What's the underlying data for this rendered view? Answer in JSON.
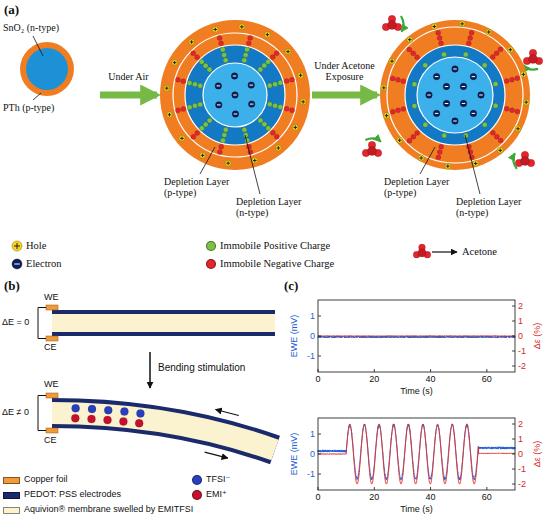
{
  "diagram": {
    "nodes": [
      {
        "text": [
          "SnO₂ (n-type)",
          "PTh (p-type)"
        ]
      },
      {
        "text": [
          "Depletion Layer (p-type)",
          "Depletion Layer (n-type)"
        ]
      },
      {
        "text": [
          "Depletion Layer (p-type)",
          "Depletion Layer (n-type)"
        ]
      }
    ],
    "edges": [
      {
        "from": 0,
        "to": 1,
        "arrow": "to",
        "label": "Under Air"
      },
      {
        "from": 1,
        "to": 2,
        "arrow": "to",
        "label": "Under Acetone Exposure"
      }
    ],
    "labels": [
      "(a)",
      "(b)",
      "(c)",
      "WE",
      "CE",
      "ΔE = 0",
      "Bending stimulation",
      "WE",
      "CE",
      "ΔE ≠ 0",
      "EWE (mV)",
      "Δε (%)",
      "1",
      "0",
      "-1",
      "2",
      "1",
      "0",
      "-1",
      "-2",
      "0",
      "20",
      "40",
      "60",
      "Time (s)",
      "EWE (mV)",
      "Δε (%)",
      "1",
      "0",
      "-1",
      "2",
      "1",
      "0",
      "-1",
      "-2",
      "0",
      "20",
      "40",
      "60",
      "Time (s)"
    ],
    "legend": [
      {
        "text": "Hole"
      },
      {
        "text": "Immobile Positive Charge",
        "color": "#7cc242"
      },
      {
        "text": "Electron"
      },
      {
        "text": "Immobile Negative Charge",
        "color": "#e3262d"
      },
      {
        "text": "Acetone"
      },
      {
        "text": "Copper foil",
        "color": "#f29a3a"
      },
      {
        "text": "PEDOT: PSS electrodes",
        "color": "#1b2a6b"
      },
      {
        "text": "Aquivion® membrane swelled by EMITFSI",
        "color": "#fbf3d0"
      },
      {
        "text": "TFSI⁻",
        "color": "#2a3fbf"
      },
      {
        "text": "EMI⁺",
        "color": "#c8102e"
      }
    ]
  }
}
